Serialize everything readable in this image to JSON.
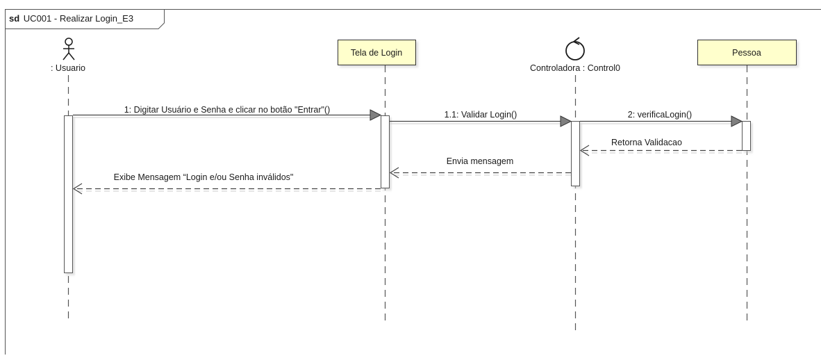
{
  "frame": {
    "keyword": "sd",
    "name": "UC001 - Realizar Login_E3"
  },
  "lifelines": {
    "usuario": {
      "label": ": Usuario",
      "kind": "actor"
    },
    "tela": {
      "label": "Tela de Login",
      "kind": "boundary-box"
    },
    "controladora": {
      "label": "Controladora : Control0",
      "kind": "control"
    },
    "pessoa": {
      "label": "Pessoa",
      "kind": "entity-box"
    }
  },
  "messages": {
    "m1": {
      "text": "1: Digitar Usuário e Senha e clicar no botão \"Entrar\"()",
      "type": "sync"
    },
    "m11": {
      "text": "1.1: Validar Login()",
      "type": "sync"
    },
    "m2": {
      "text": "2: verificaLogin()",
      "type": "sync"
    },
    "r1": {
      "text": "Retorna Validacao",
      "type": "reply"
    },
    "r2": {
      "text": "Envia mensagem",
      "type": "reply"
    },
    "r3": {
      "text": "Exibe Mensagem “Login e/ou Senha inválidos\"",
      "type": "reply"
    }
  },
  "colors": {
    "box_fill": "#ffffcc",
    "line": "#555555",
    "arrow_head": "#808080",
    "activation_fill": "#ffffff"
  }
}
